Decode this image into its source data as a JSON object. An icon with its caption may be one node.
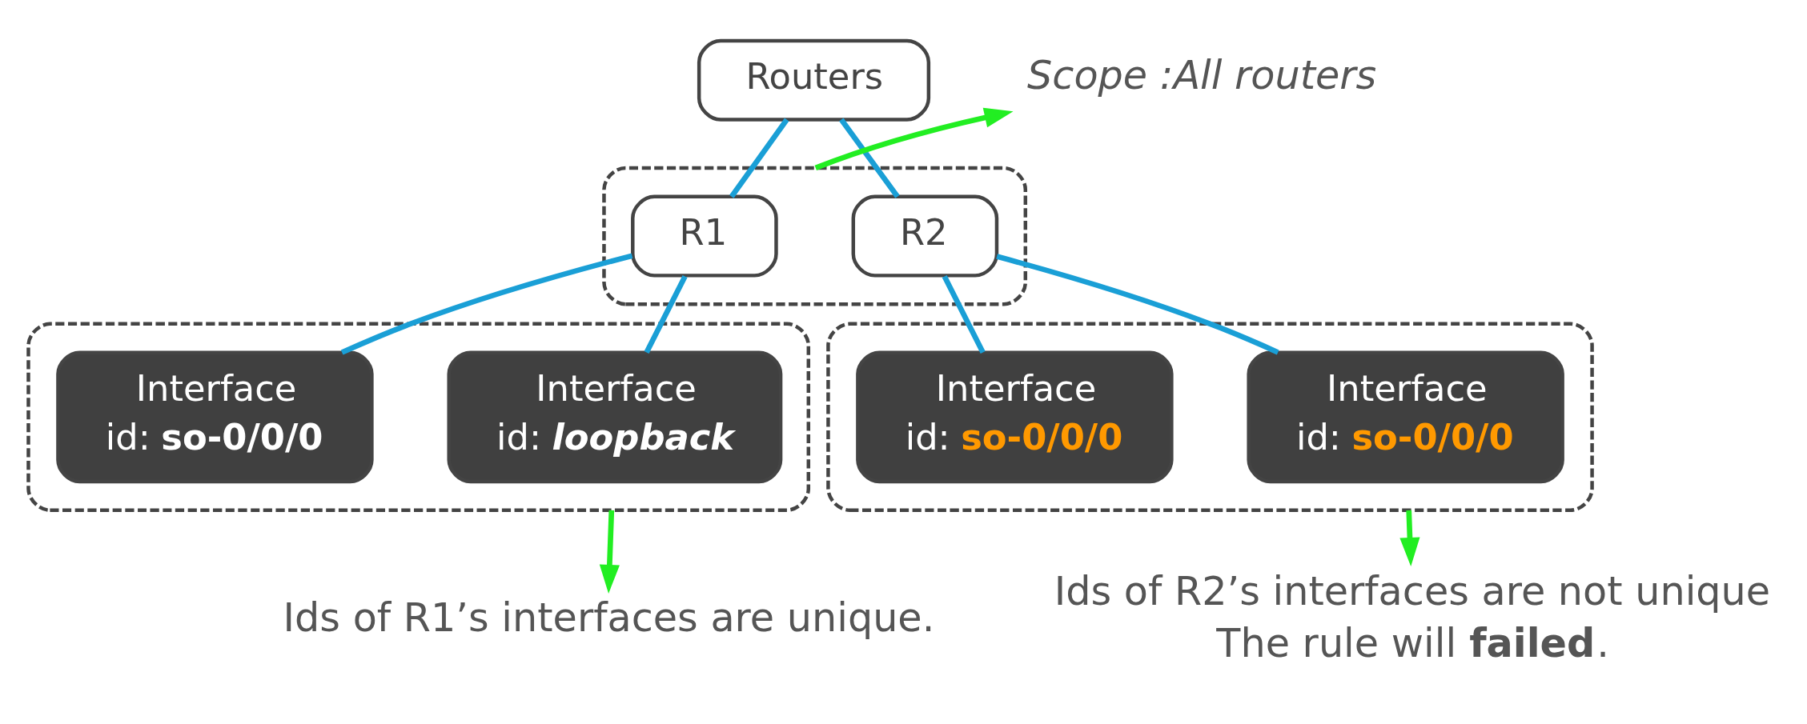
{
  "diagram": {
    "nodes": [
      {
        "text": [
          "Routers"
        ]
      },
      {
        "text": [],
        "shape": "box"
      },
      {
        "text": [
          "R1"
        ],
        "in": 1
      },
      {
        "text": [
          "R2"
        ],
        "in": 1
      },
      {
        "text": [],
        "shape": "box"
      },
      {
        "text": [
          "Interface",
          "id: **loopback**"
        ],
        "in": 4
      },
      {
        "text": [
          "Interface",
          "id: **so-0/0/0**"
        ],
        "in": 4
      },
      {
        "text": [],
        "shape": "box"
      },
      {
        "text": [
          "Interface",
          "id: **so-0/0/0**"
        ],
        "in": 7
      },
      {
        "text": [
          "Interface",
          "id: **so-0/0/0**"
        ],
        "in": 7
      },
      {
        "text": [
          "Scope :All routers"
        ]
      },
      {
        "text": [
          "Ids of R1’s interfaces are unique."
        ]
      },
      {
        "text": [
          "Ids of R2’s interfaces are not unique",
          "The rule will **failed**."
        ]
      }
    ],
    "edges": [
      {
        "from": 0,
        "to": 2,
        "arrow": "none"
      },
      {
        "from": 0,
        "to": 3,
        "arrow": "none"
      },
      {
        "from": 2,
        "to": 5,
        "arrow": "none"
      },
      {
        "from": 2,
        "to": 6,
        "arrow": "none"
      },
      {
        "from": 3,
        "to": 8,
        "arrow": "none"
      },
      {
        "from": 3,
        "to": 9,
        "arrow": "none"
      },
      {
        "from": 1,
        "to": 10,
        "arrow": "to",
        "color": "#22ee22"
      },
      {
        "from": 4,
        "to": 11,
        "arrow": "to",
        "color": "#22ee22"
      },
      {
        "from": 7,
        "to": 12,
        "arrow": "to",
        "color": "#22ee22"
      }
    ]
  }
}
